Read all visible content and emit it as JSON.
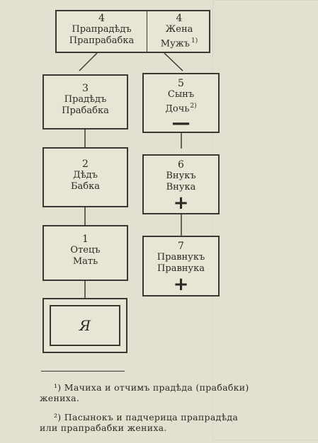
{
  "top_box": {
    "left": {
      "number": "4",
      "line1": "Прапрадѣдъ",
      "line2": "Прапрабабка"
    },
    "right": {
      "number": "4",
      "line1": "Жена",
      "line2": "Мужъ",
      "mark": "1)"
    }
  },
  "left_column": [
    {
      "number": "3",
      "line1": "Прадѣдъ",
      "line2": "Прабабка"
    },
    {
      "number": "2",
      "line1": "Дѣдъ",
      "line2": "Бабка"
    },
    {
      "number": "1",
      "line1": "Отецъ",
      "line2": "Мать"
    }
  ],
  "ego": {
    "label": "Я"
  },
  "right_column": [
    {
      "number": "5",
      "line1": "Сынъ",
      "line2": "Дочь",
      "mark": "2)",
      "sign": "—"
    },
    {
      "number": "6",
      "line1": "Внукъ",
      "line2": "Внука",
      "sign": "+"
    },
    {
      "number": "7",
      "line1": "Правнукъ",
      "line2": "Правнука",
      "sign": "+"
    }
  ],
  "footnotes": [
    {
      "line1": "¹) Мачиха и отчимъ прадѣда (прабабки)",
      "line2": "жениха."
    },
    {
      "line1": "²) Пасынокъ и падчерица прапрадѣда",
      "line2": "или прапрабабки жениха."
    }
  ]
}
